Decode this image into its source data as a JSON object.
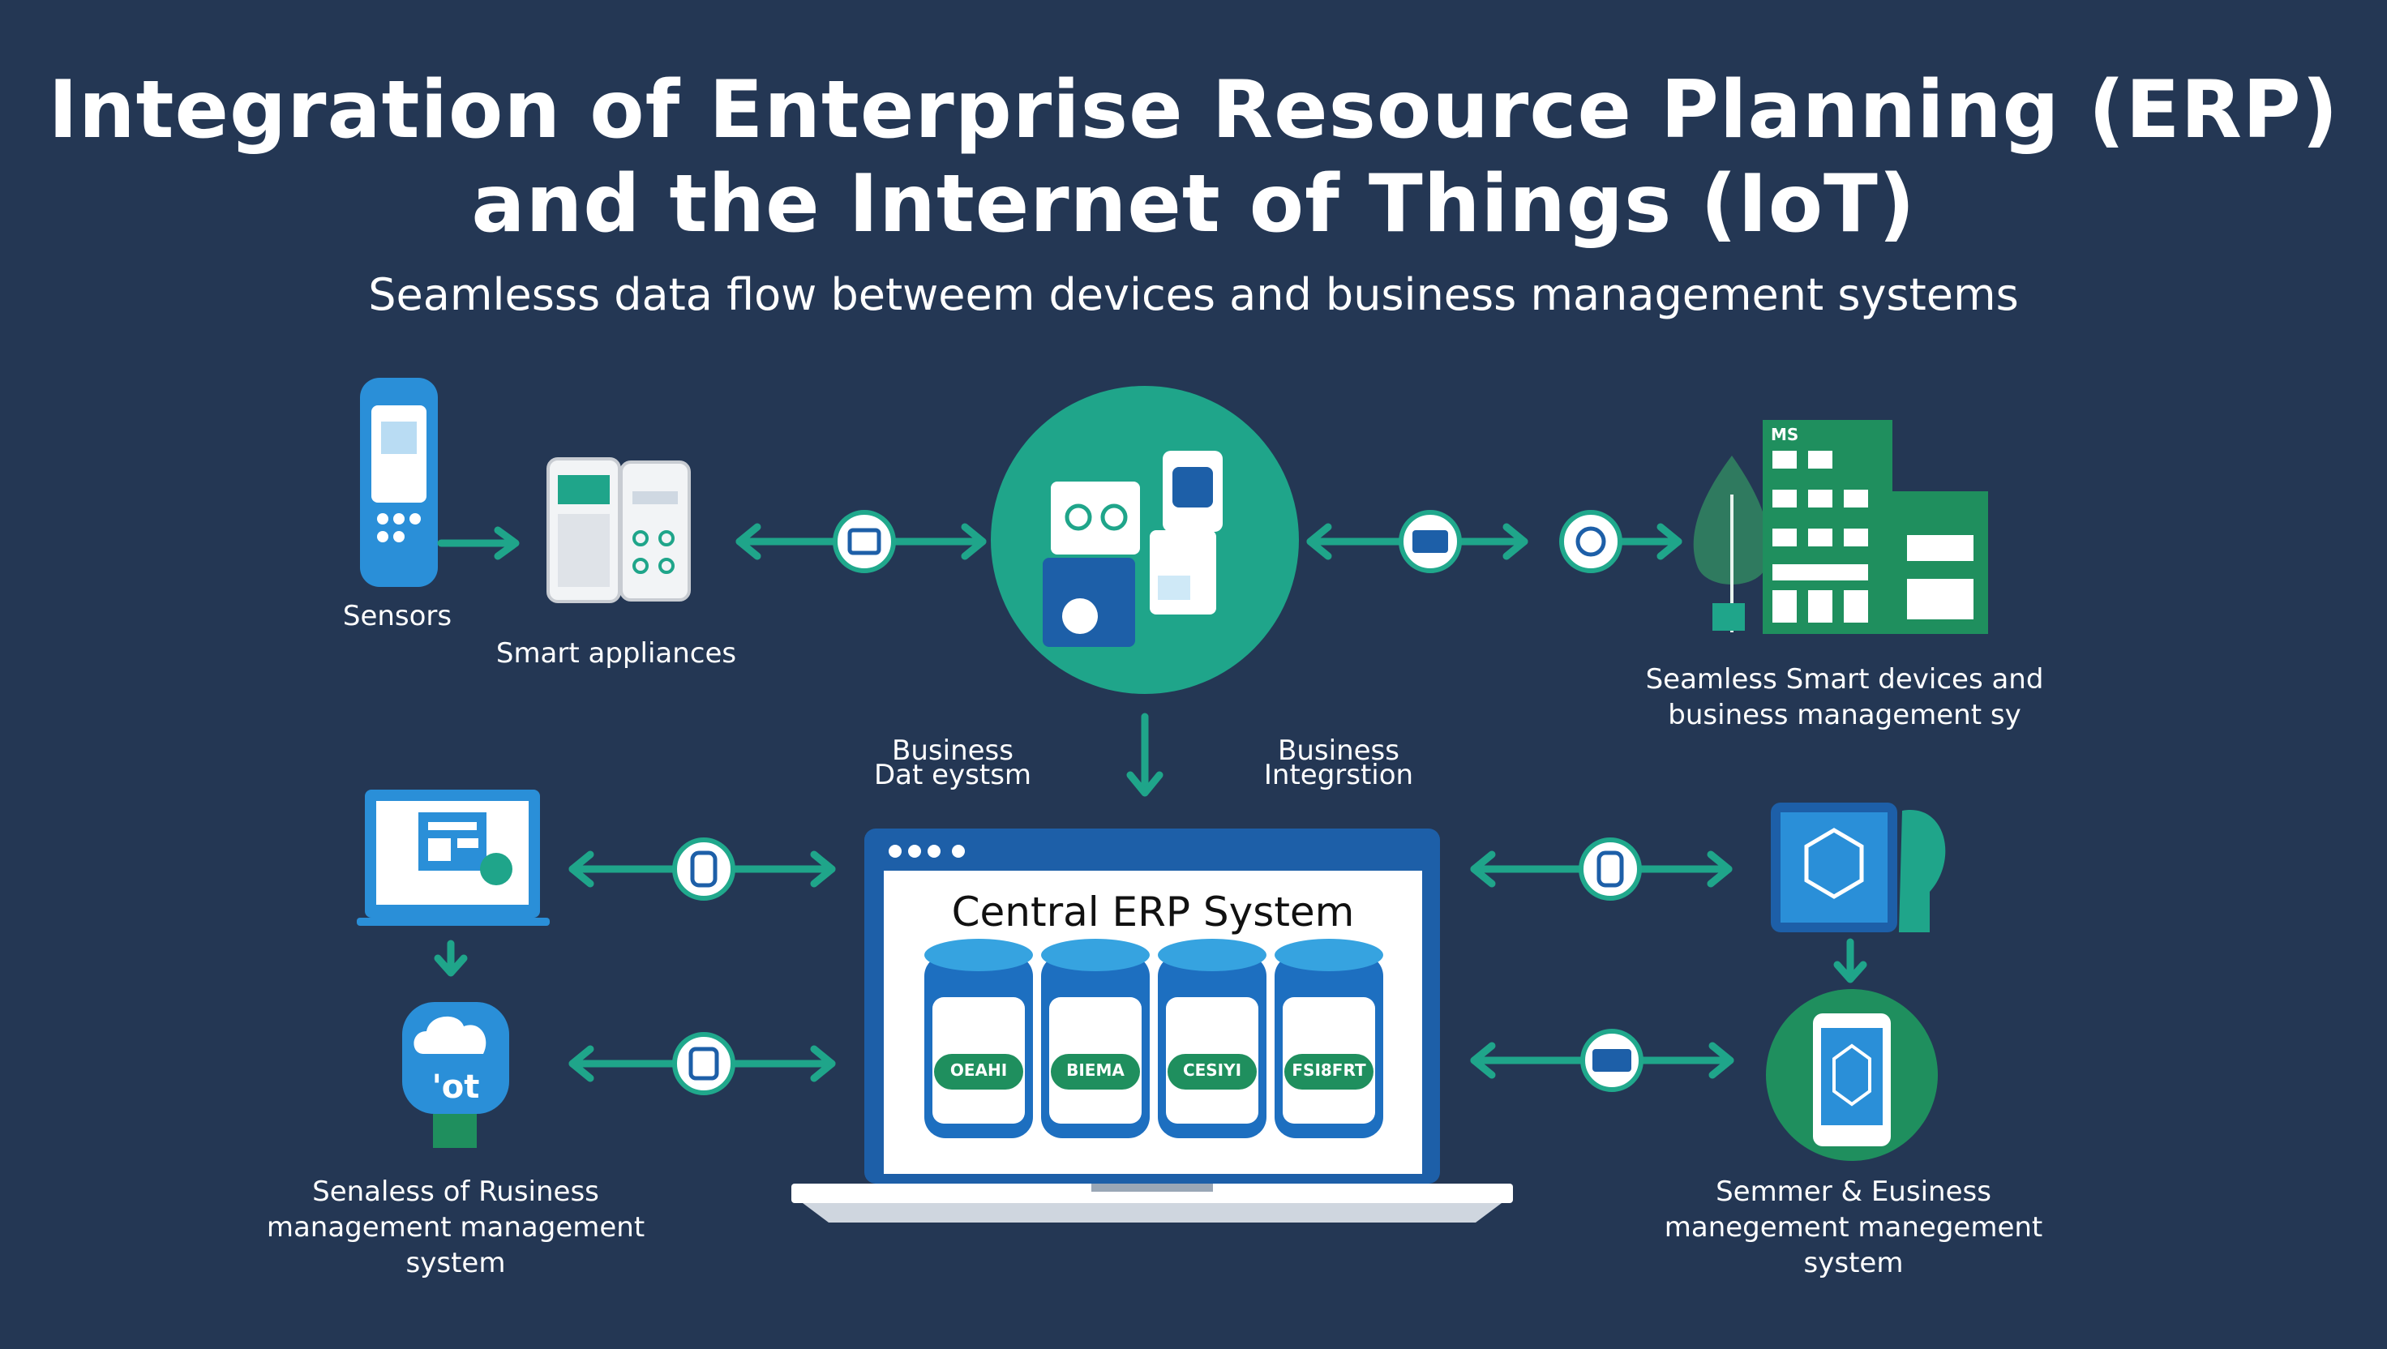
{
  "header": {
    "title_line1": "Integration of Enterprise Resource Planning (ERP)",
    "title_line2": "and the Internet of Things (IoT)",
    "subtitle": "Seamlesss data flow betweem devices and business management systems"
  },
  "labels": {
    "sensors": "Sensors",
    "smart_appliances": "Smart appliances",
    "smart_devices_line1": "Seamless Smart devices and",
    "smart_devices_line2": "business management sy",
    "business_data_line1": "Business",
    "business_data_line2": "Dat eystsm",
    "business_integration_line1": "Business",
    "business_integration_line2": "Integrstion",
    "left_system_line1": "Senaless of Rusiness",
    "left_system_line2": "management management",
    "left_system_line3": "system",
    "right_system_line1": "Semmer & Eusiness",
    "right_system_line2": "manegement manegement",
    "right_system_line3": "system",
    "central_erp": "Central ERP System",
    "iot_badge": "'ot",
    "db_labels": [
      "OEAHI",
      "BIEMA",
      "CESIYI",
      "FSI8FRT"
    ],
    "building_sign": "MS"
  },
  "colors": {
    "background": "#243754",
    "accent_green": "#1fa58a",
    "accent_blue": "#2a8fd8",
    "dark_blue": "#1d5fa8"
  }
}
